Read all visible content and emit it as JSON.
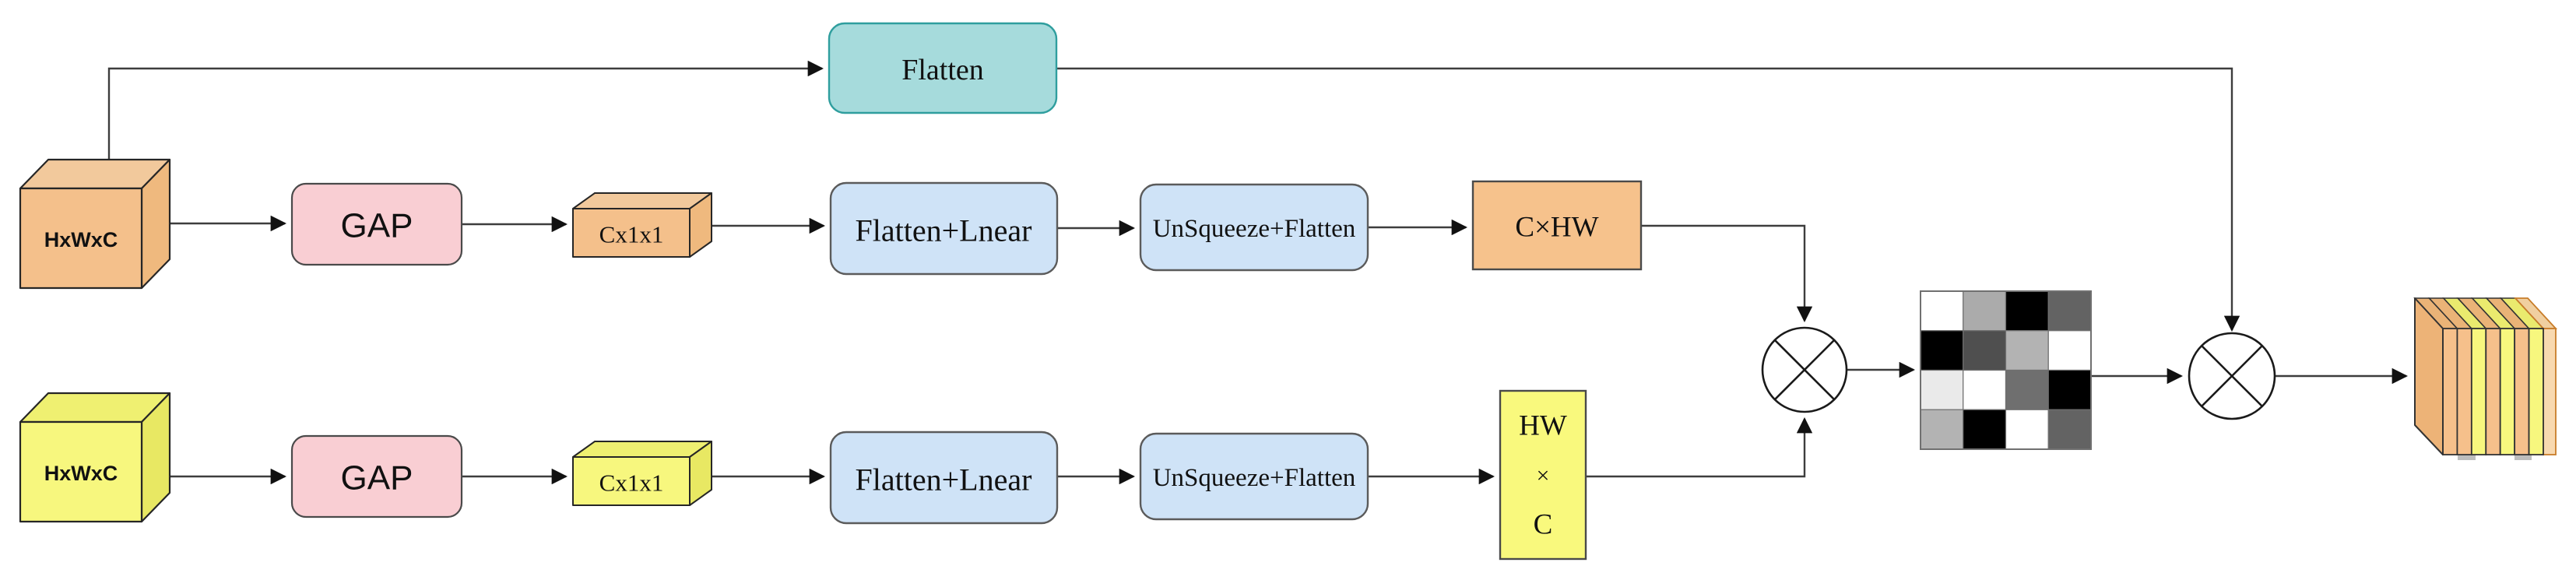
{
  "nodes": {
    "input_top": {
      "label": "HxWxC",
      "front": "#f4c08b",
      "top": "#f2c99c",
      "side": "#efb97e"
    },
    "input_bottom": {
      "label": "HxWxC",
      "front": "#f7f77e",
      "top": "#eff071",
      "side": "#e8e863"
    },
    "flatten": {
      "label": "Flatten",
      "fill": "#a6dbdc",
      "border": "#2f9e9e"
    },
    "gap_top": {
      "label": "GAP",
      "fill": "#f9ced3",
      "border": "#4a4a4a"
    },
    "gap_bottom": {
      "label": "GAP",
      "fill": "#f9ced3",
      "border": "#4a4a4a"
    },
    "c1x1_top": {
      "label": "Cx1x1",
      "front": "#f4c08b",
      "top": "#f2c99c",
      "side": "#efb97e"
    },
    "c1x1_bottom": {
      "label": "Cx1x1",
      "front": "#f7f77e",
      "top": "#eff071",
      "side": "#e8e863"
    },
    "flatten_linear_top": {
      "label": "Flatten+Lnear",
      "fill": "#cfe3f7",
      "border": "#5b5b5b"
    },
    "flatten_linear_bottom": {
      "label": "Flatten+Lnear",
      "fill": "#cfe3f7",
      "border": "#5b5b5b"
    },
    "unsqueeze_top": {
      "label": "UnSqueeze+Flatten",
      "fill": "#cfe3f7",
      "border": "#5b5b5b"
    },
    "unsqueeze_bottom": {
      "label": "UnSqueeze+Flatten",
      "fill": "#cfe3f7",
      "border": "#5b5b5b"
    },
    "c_hw": {
      "label": "C×HW",
      "fill": "#f6c28c",
      "border": "#4a4a4a"
    },
    "hw_c": {
      "lines": [
        "HW",
        "×",
        "C"
      ],
      "fill": "#f9f97d",
      "border": "#4a4a4a"
    }
  },
  "operators": {
    "matmul_1": {
      "symbol": "⊗",
      "meaning": "matrix multiply"
    },
    "matmul_2": {
      "symbol": "⊗",
      "meaning": "matrix multiply"
    }
  },
  "attention_matrix": {
    "rows": 4,
    "cols": 4,
    "cells": [
      [
        "#ffffff",
        "#ababab",
        "#000000",
        "#636363"
      ],
      [
        "#000000",
        "#4f4f4f",
        "#b3b3b3",
        "#ffffff"
      ],
      [
        "#eaeaea",
        "#ffffff",
        "#6f6f6f",
        "#000000"
      ],
      [
        "#b3b3b3",
        "#000000",
        "#ffffff",
        "#636363"
      ]
    ],
    "grid_color": "#707070"
  },
  "output_cube": {
    "side": "#edb377",
    "stripes_front": [
      "#f6c08b",
      "#f6c08b",
      "#f7f77e",
      "#f6c08b",
      "#f7f77e",
      "#f6c08b",
      "#f7f77e"
    ],
    "stripes_top": [
      "#eab377",
      "#eab377",
      "#eaea6e",
      "#eab377",
      "#eaea6e",
      "#eab377",
      "#eaea6e"
    ],
    "back_slab": {
      "front": "#f8d9b0",
      "top": "#f0cfa0",
      "border": "#c87d2a"
    },
    "shadow": "#bdbdbd"
  },
  "line_color": "#3d3d3d"
}
